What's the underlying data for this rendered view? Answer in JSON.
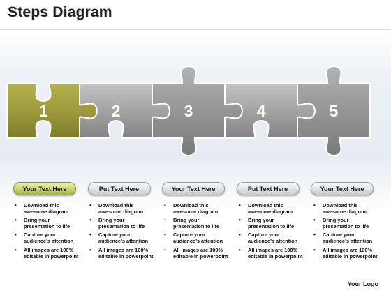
{
  "title": "Steps Diagram",
  "colors": {
    "piece1": "#9c9a3a",
    "piece_gray": "#9c9c9c",
    "number": "#ffffff"
  },
  "steps": [
    {
      "number": "1",
      "label": "Your Text Here",
      "bullets": [
        "Download this awesome diagram",
        "Bring your presentation to life",
        "Capture your audience’s attention",
        "All images are 100% editable in powerpoint"
      ]
    },
    {
      "number": "2",
      "label": "Put Text Here",
      "bullets": [
        "Download this awesome diagram",
        "Bring your presentation to life",
        "Capture your audience’s attention",
        "All images are 100% editable in powerpoint"
      ]
    },
    {
      "number": "3",
      "label": "Your Text Here",
      "bullets": [
        "Download this awesome diagram",
        "Bring your presentation to life",
        "Capture your audience’s attention",
        "All images are 100% editable in powerpoint"
      ]
    },
    {
      "number": "4",
      "label": "Put Text Here",
      "bullets": [
        "Download this awesome diagram",
        "Bring your presentation to life",
        "Capture your audience’s attention",
        "All images are 100% editable in powerpoint"
      ]
    },
    {
      "number": "5",
      "label": "Your Text Here",
      "bullets": [
        "Download this awesome diagram",
        "Bring your presentation to life",
        "Capture your audience’s attention",
        "All images are 100% editable in powerpoint"
      ]
    }
  ],
  "logo": "Your Logo"
}
